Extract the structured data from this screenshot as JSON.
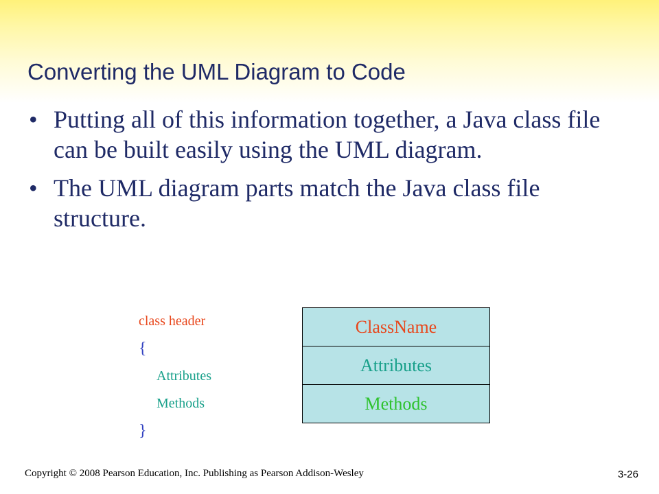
{
  "slide": {
    "title": "Converting the UML Diagram to Code",
    "bullet_marker": "•",
    "bullets": [
      "Putting all of this information together, a Java class file can be built easily using the UML diagram.",
      "The UML diagram parts match the Java class file structure."
    ]
  },
  "code": {
    "header": "class header",
    "open_brace": "{",
    "attributes": "Attributes",
    "methods": "Methods",
    "close_brace": "}"
  },
  "uml": {
    "class_name": "ClassName",
    "attributes": "Attributes",
    "methods": "Methods"
  },
  "colors": {
    "title_text": "#1f2a66",
    "code_header": "#e8471c",
    "code_braces": "#3040c0",
    "code_members": "#18a08a",
    "uml_fill": "#b7e3e7",
    "uml_methods": "#2ec22e",
    "banner_top": "#fff27a"
  },
  "footer": {
    "copyright": "Copyright © 2008 Pearson Education, Inc. Publishing as Pearson Addison-Wesley",
    "slide_number": "3-26"
  }
}
